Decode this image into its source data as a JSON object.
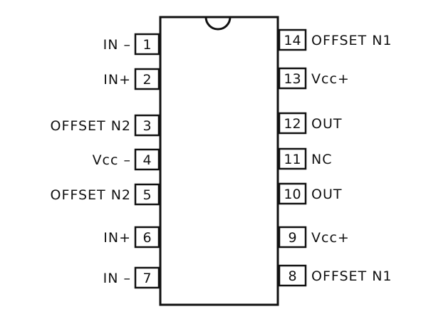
{
  "chip": {
    "left_pins": [
      {
        "number": "1",
        "label": "IN –"
      },
      {
        "number": "2",
        "label": "IN+"
      },
      {
        "number": "3",
        "label": "OFFSET N2"
      },
      {
        "number": "4",
        "label": "Vcc –"
      },
      {
        "number": "5",
        "label": "OFFSET N2"
      },
      {
        "number": "6",
        "label": "IN+"
      },
      {
        "number": "7",
        "label": "IN –"
      }
    ],
    "right_pins": [
      {
        "number": "14",
        "label": "OFFSET N1"
      },
      {
        "number": "13",
        "label": "Vcc+"
      },
      {
        "number": "12",
        "label": "OUT"
      },
      {
        "number": "11",
        "label": "NC"
      },
      {
        "number": "10",
        "label": "OUT"
      },
      {
        "number": "9",
        "label": "Vcc+"
      },
      {
        "number": "8",
        "label": "OFFSET N1"
      }
    ]
  },
  "colors": {
    "ink": "#111111",
    "background": "#ffffff"
  }
}
